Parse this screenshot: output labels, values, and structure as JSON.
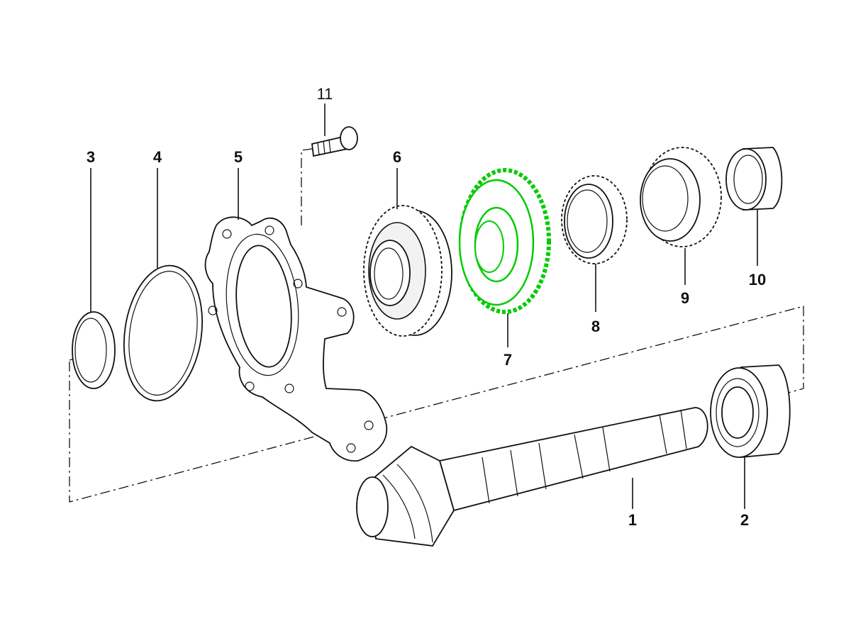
{
  "parts": [
    {
      "id": "1",
      "label": "1"
    },
    {
      "id": "2",
      "label": "2"
    },
    {
      "id": "3",
      "label": "3"
    },
    {
      "id": "4",
      "label": "4"
    },
    {
      "id": "5",
      "label": "5"
    },
    {
      "id": "6",
      "label": "6"
    },
    {
      "id": "7",
      "label": "7"
    },
    {
      "id": "8",
      "label": "8"
    },
    {
      "id": "9",
      "label": "9"
    },
    {
      "id": "10",
      "label": "10"
    },
    {
      "id": "11",
      "label": "11"
    }
  ],
  "highlight": {
    "part": "7",
    "color": "#00cc00"
  },
  "line_color": "#111111",
  "background": "#ffffff"
}
